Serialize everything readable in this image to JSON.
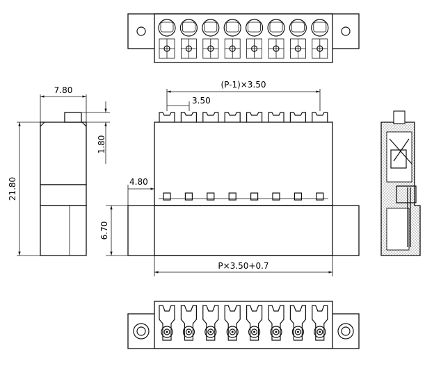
{
  "dimensions": {
    "pitch_span": "(P-1)×3.50",
    "pitch": "3.50",
    "total_length": "P×3.50+0.7",
    "depth": "7.80",
    "height": "21.80",
    "latch_height": "1.80",
    "flange_offset": "4.80",
    "flange_height": "6.70"
  },
  "views": [
    "top-view",
    "front-view",
    "side-view",
    "section-view",
    "bottom-view"
  ],
  "pin_count_drawn": 8,
  "colors": {
    "line": "#111111",
    "hatch": "#555555",
    "background": "#ffffff"
  }
}
